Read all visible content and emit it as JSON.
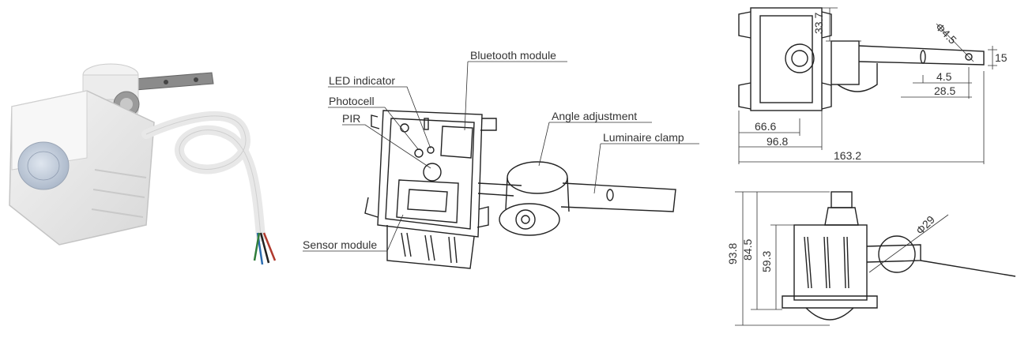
{
  "callouts": {
    "bluetooth": "Bluetooth module",
    "led": "LED indicator",
    "photocell": "Photocell",
    "pir": "PIR",
    "angle": "Angle adjustment",
    "clamp": "Luminaire clamp",
    "sensor": "Sensor module"
  },
  "top_view_dims": {
    "d33_7": "33.7",
    "phi4_5": "Φ4.5",
    "d15": "15",
    "d4_5": "4.5",
    "d28_5": "28.5",
    "d66_6": "66.6",
    "d96_8": "96.8",
    "d163_2": "163.2"
  },
  "side_view_dims": {
    "d93_8": "93.8",
    "d84_5": "84.5",
    "d59_3": "59.3",
    "phi29": "Φ29"
  }
}
